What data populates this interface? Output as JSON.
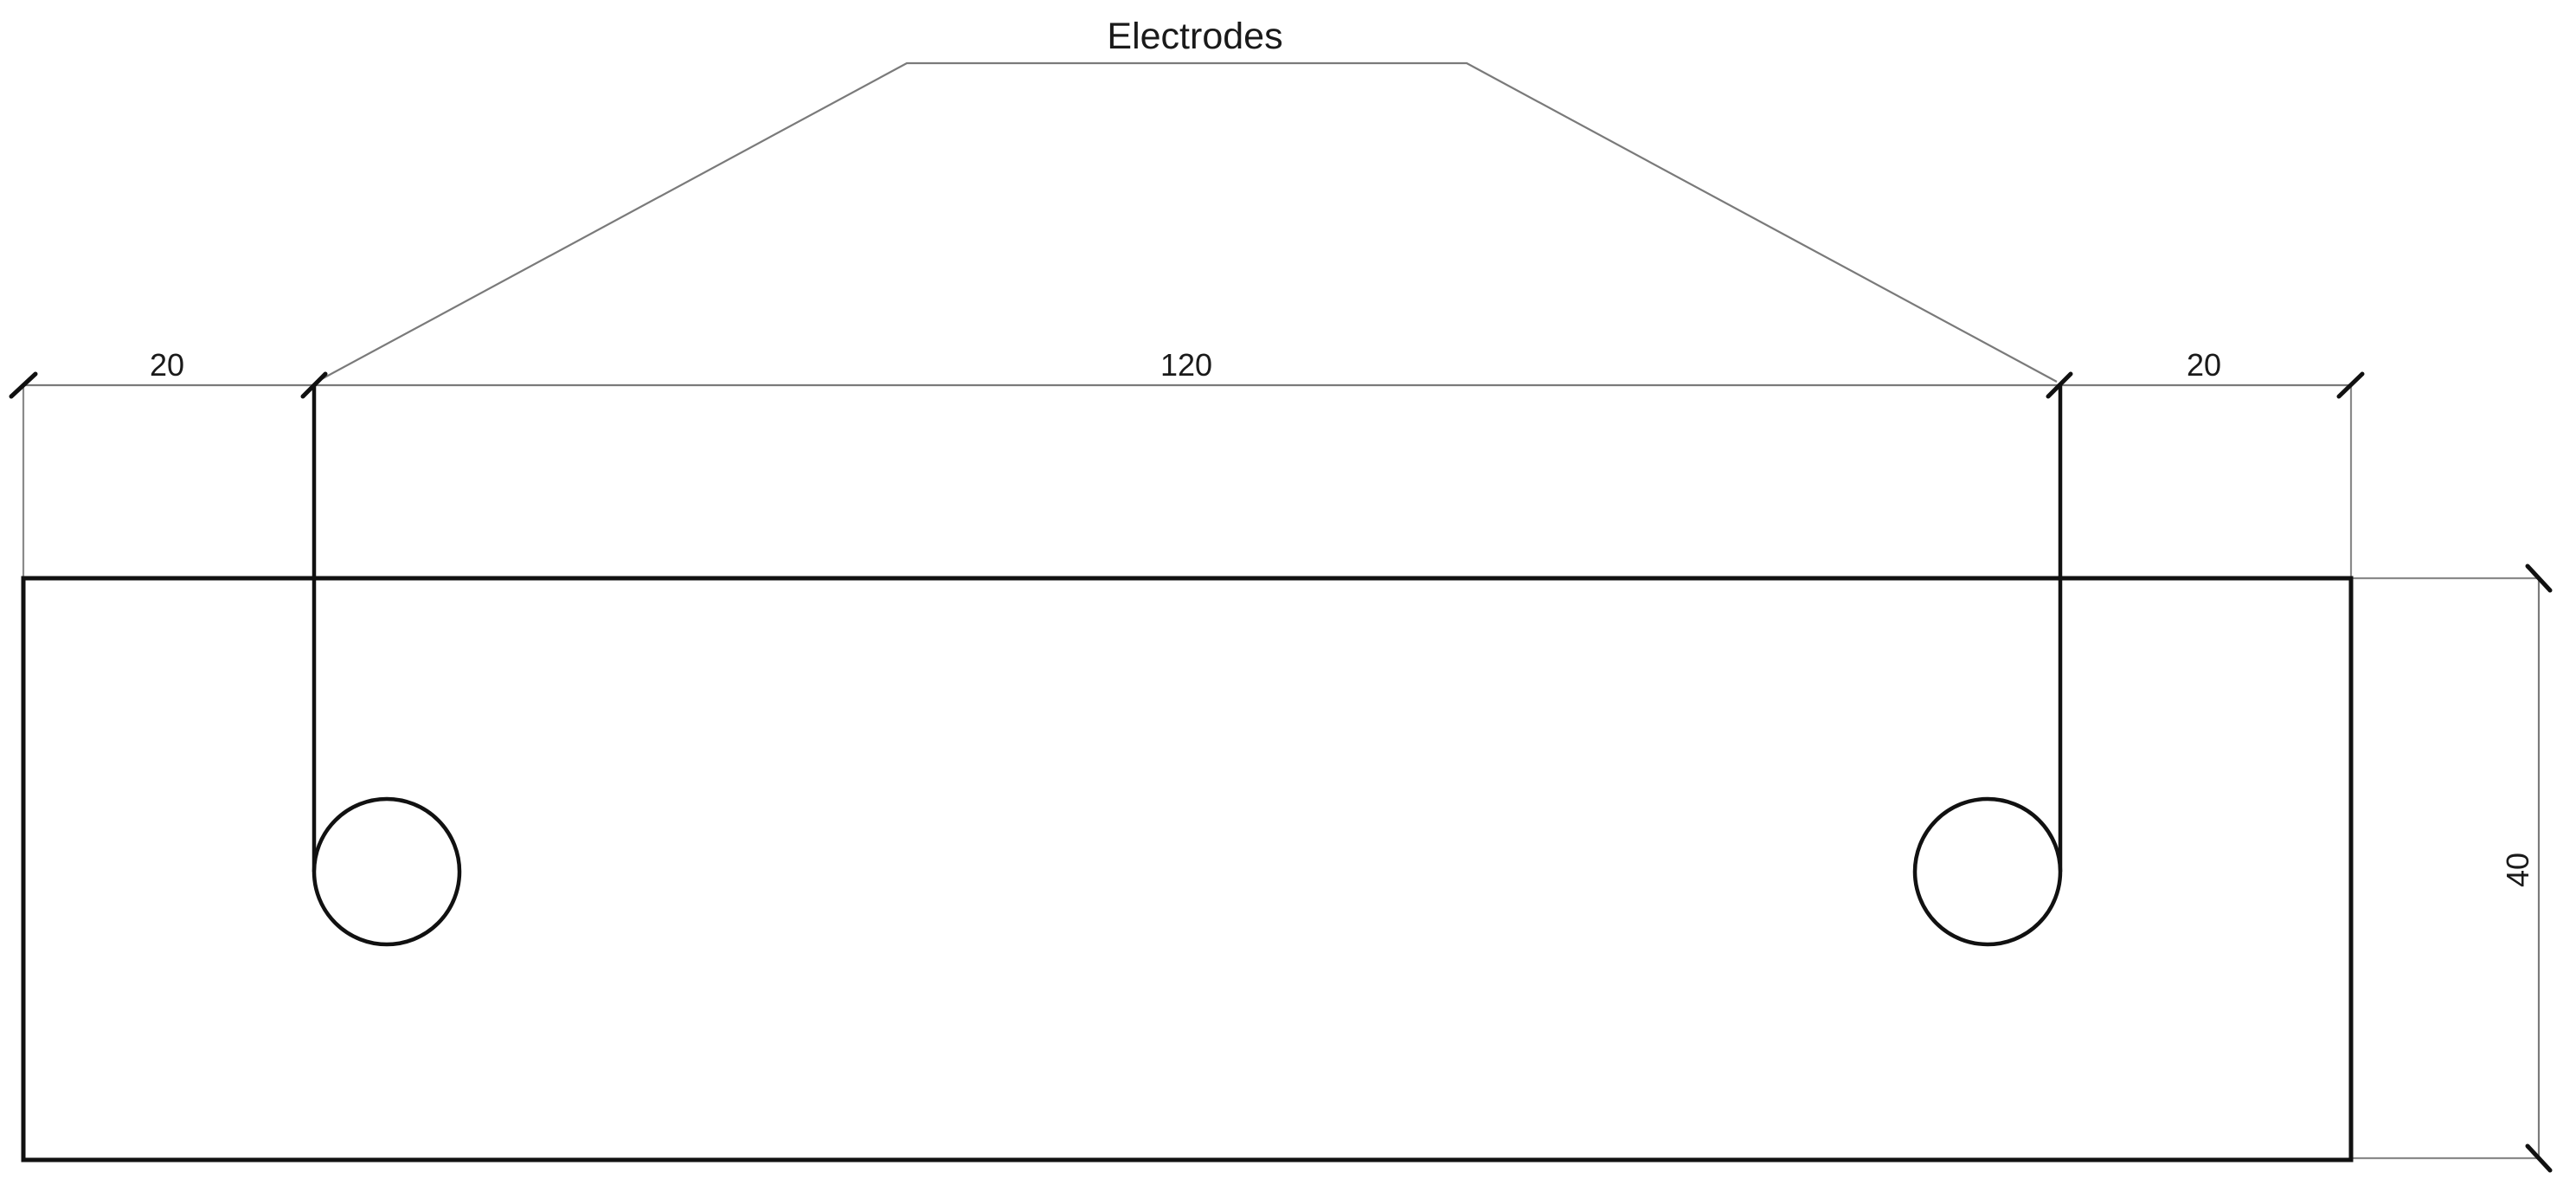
{
  "diagram": {
    "label": "Electrodes",
    "dimensions": {
      "left_offset": "20",
      "electrode_spacing": "120",
      "right_offset": "20",
      "height": "40"
    },
    "colors": {
      "outline": "#111111",
      "dimension_line": "#7a7a7a",
      "background": "#ffffff"
    },
    "elements": {
      "specimen": "rectangle",
      "electrodes": [
        "left-electrode",
        "right-electrode"
      ]
    }
  }
}
